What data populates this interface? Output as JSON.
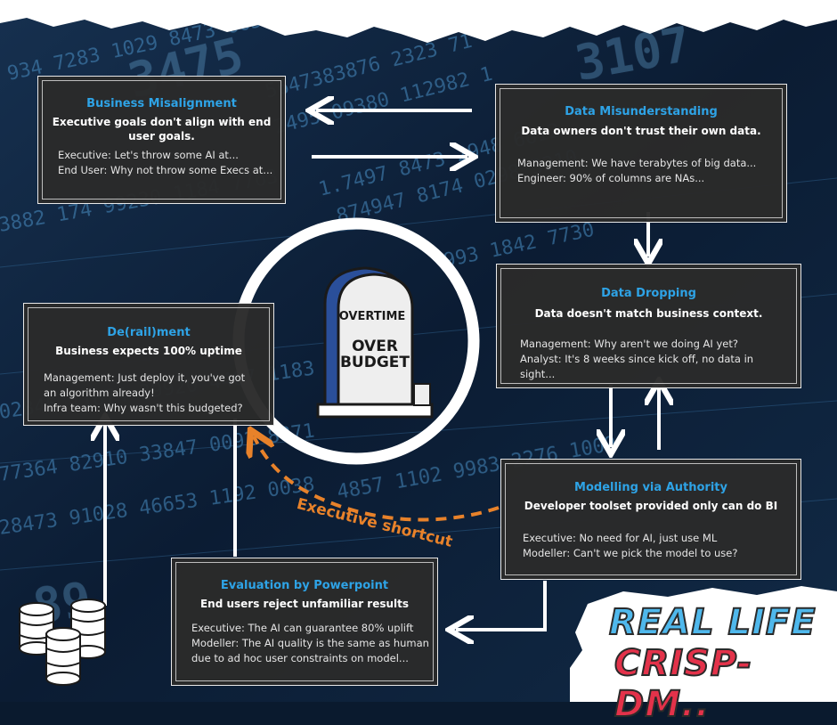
{
  "boxes": {
    "business_misalignment": {
      "title": "Business Misalignment",
      "subtitle": "Executive goals don't align with end user goals.",
      "lines": [
        "Executive: Let's throw some AI at...",
        "End User: Why not throw some Execs at..."
      ]
    },
    "data_misunderstanding": {
      "title": "Data Misunderstanding",
      "subtitle": "Data owners don't trust their own data.",
      "lines": [
        "Management: We have terabytes of big data...",
        "Engineer: 90% of columns are NAs..."
      ]
    },
    "data_dropping": {
      "title": "Data Dropping",
      "subtitle": "Data doesn't match business context.",
      "lines": [
        "Management: Why aren't we doing AI yet?",
        "Analyst: It's 8 weeks since kick off, no data in sight..."
      ]
    },
    "derailment": {
      "title": "De(rail)ment",
      "subtitle": "Business expects 100% uptime",
      "lines": [
        "Management: Just deploy it, you've got an algorithm already!",
        "Infra team: Why wasn't this budgeted?"
      ]
    },
    "modelling_via_authority": {
      "title": "Modelling via Authority",
      "subtitle": "Developer toolset provided only can do BI",
      "lines": [
        "Executive: No need for AI, just use ML",
        "Modeller: Can't we pick the model to use?"
      ]
    },
    "evaluation_by_powerpoint": {
      "title": "Evaluation by Powerpoint",
      "subtitle": "End users reject unfamiliar results",
      "lines": [
        "Executive: The AI can guarantee 80% uplift",
        "Modeller: The AI quality is the same as human due to ad hoc user constraints on model..."
      ]
    }
  },
  "shortcut_label": "Executive shortcut",
  "tombstone": {
    "line1": "OVERTIME",
    "line2": "OVER",
    "line3": "BUDGET"
  },
  "headline": {
    "line1": "REAL LIFE",
    "line2": "CRISP-DM.."
  },
  "colors": {
    "title_blue": "#2ea3e6",
    "shortcut_orange": "#e8822a",
    "headline_blue": "#4fb8ec",
    "headline_red": "#e3324a",
    "box_bg": "#2a2a2a"
  }
}
